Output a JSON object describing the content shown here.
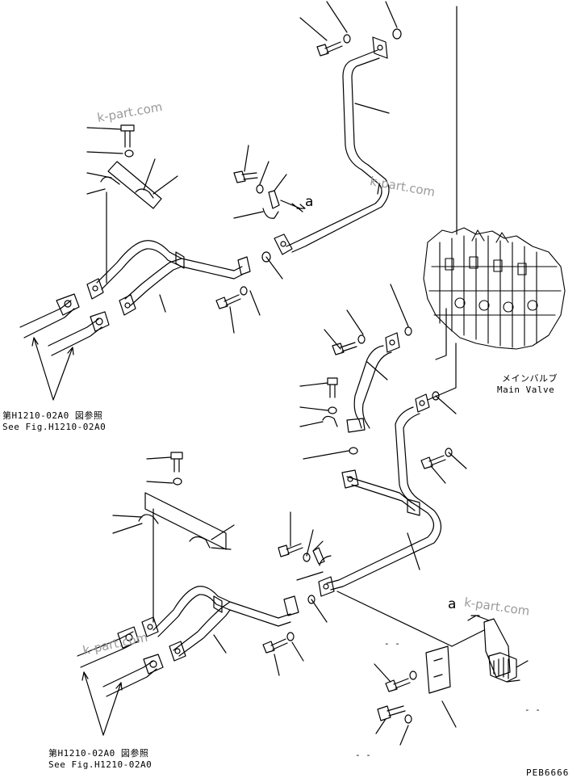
{
  "watermarks": [
    "k-part.com",
    "k-part.com",
    "k-part.com",
    "k-part.com"
  ],
  "view_labels": [
    "a",
    "a"
  ],
  "main_valve": {
    "jp": "メインバルブ",
    "en": "Main Valve"
  },
  "ref_top": {
    "jp": "第H1210-02A0 図参照",
    "en": "See Fig.H1210-02A0"
  },
  "ref_bottom": {
    "jp": "第H1210-02A0 図参照",
    "en": "See Fig.H1210-02A0"
  },
  "dash_labels": [
    "- -",
    "- -",
    "- -"
  ],
  "figure_code": "PEB6666"
}
